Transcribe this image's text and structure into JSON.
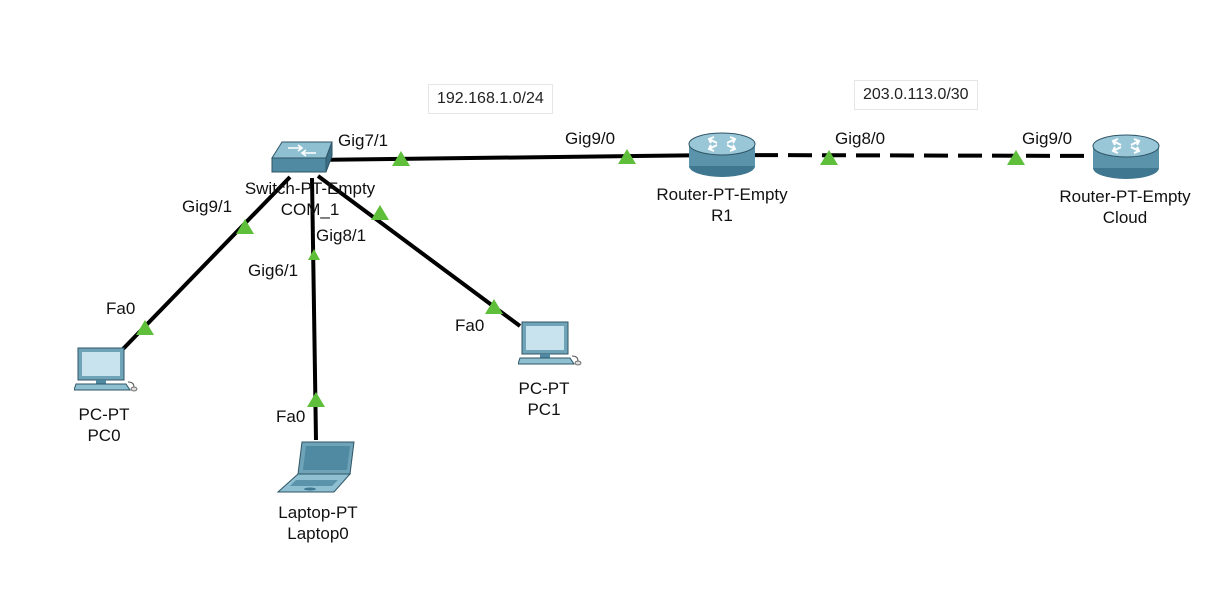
{
  "networks": [
    {
      "id": "lan",
      "label": "192.168.1.0/24"
    },
    {
      "id": "wan",
      "label": "203.0.113.0/30"
    }
  ],
  "devices": {
    "switch": {
      "model": "Switch-PT-Empty",
      "name": "COM_1"
    },
    "r1": {
      "model": "Router-PT-Empty",
      "name": "R1"
    },
    "cloud": {
      "model": "Router-PT-Empty",
      "name": "Cloud"
    },
    "pc0": {
      "model": "PC-PT",
      "name": "PC0"
    },
    "pc1": {
      "model": "PC-PT",
      "name": "PC1"
    },
    "laptop0": {
      "model": "Laptop-PT",
      "name": "Laptop0"
    }
  },
  "ports": {
    "sw_gig71": "Gig7/1",
    "r1_gig90": "Gig9/0",
    "r1_gig80": "Gig8/0",
    "cloud_gig90": "Gig9/0",
    "sw_gig91": "Gig9/1",
    "pc0_fa0": "Fa0",
    "sw_gig81": "Gig8/1",
    "pc1_fa0": "Fa0",
    "sw_gig61": "Gig6/1",
    "laptop0_fa0": "Fa0"
  },
  "links": [
    {
      "id": "sw-r1",
      "type": "copper-straight",
      "style": "solid",
      "endpoints": [
        "COM_1 Gig7/1",
        "R1 Gig9/0"
      ]
    },
    {
      "id": "r1-cloud",
      "type": "copper-cross",
      "style": "dashed",
      "endpoints": [
        "R1 Gig8/0",
        "Cloud Gig9/0"
      ]
    },
    {
      "id": "sw-pc0",
      "type": "copper-straight",
      "style": "solid",
      "endpoints": [
        "COM_1 Gig9/1",
        "PC0 Fa0"
      ]
    },
    {
      "id": "sw-laptop0",
      "type": "copper-straight",
      "style": "solid",
      "endpoints": [
        "COM_1 Gig6/1",
        "Laptop0 Fa0"
      ]
    },
    {
      "id": "sw-pc1",
      "type": "copper-straight",
      "style": "solid",
      "endpoints": [
        "COM_1 Gig8/1",
        "PC1 Fa0"
      ]
    }
  ],
  "colors": {
    "link": "#000000",
    "link_up_indicator": "#5fbf3a",
    "device_body": "#6fa3b8",
    "device_dark": "#2f5566",
    "background": "#ffffff"
  },
  "icons": {
    "switch": "switch-icon",
    "router": "router-icon",
    "pc": "pc-icon",
    "laptop": "laptop-icon",
    "link_indicator": "link-up-triangle-icon"
  }
}
